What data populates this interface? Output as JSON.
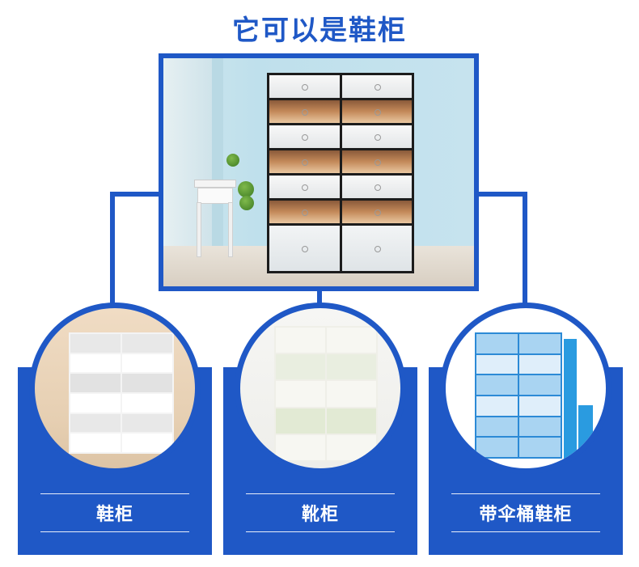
{
  "title": "它可以是鞋柜",
  "panels": [
    {
      "label": "鞋柜"
    },
    {
      "label": "靴柜"
    },
    {
      "label": "带伞桶鞋柜"
    }
  ],
  "colors": {
    "brand_blue": "#1f58c6",
    "white": "#ffffff"
  }
}
